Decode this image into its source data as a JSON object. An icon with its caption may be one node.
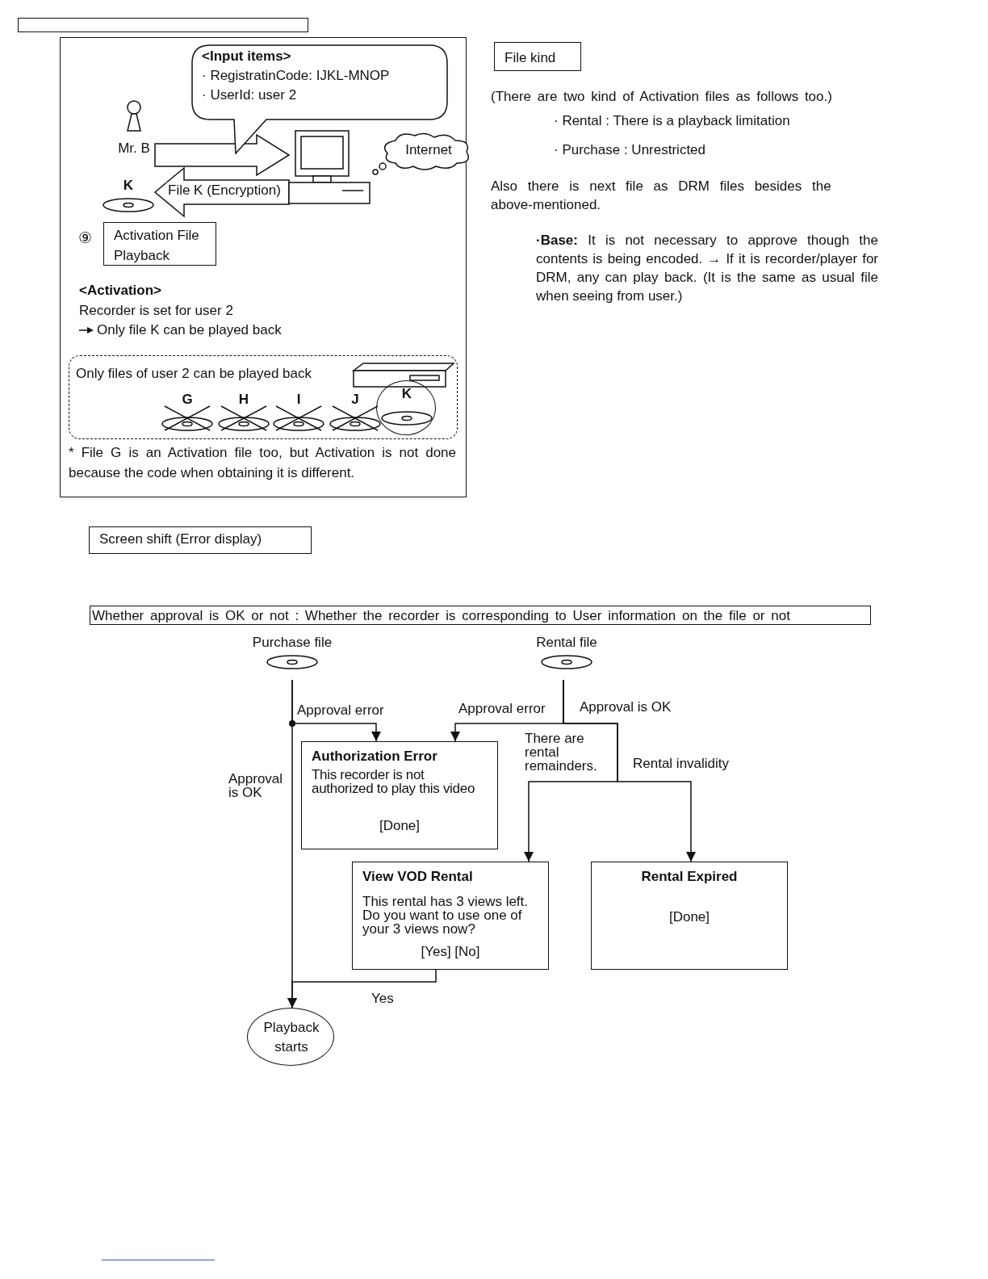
{
  "diagram": {
    "nodes": [
      {
        "text": [
          "<Input items>",
          "· RegistratinCode: IJKL-MNOP",
          "· UserId: user 2"
        ]
      },
      {
        "text": [
          "Mr. B"
        ]
      },
      {
        "text": [],
        "shape": "computer"
      },
      {
        "text": [
          "Internet"
        ]
      },
      {
        "text": [
          "K"
        ]
      },
      {
        "text": [
          "Activation File Playback"
        ],
        "beside": [
          "⑨"
        ]
      },
      {
        "text": [
          "Only files of user 2 can be played back"
        ]
      },
      {
        "text": [],
        "shape": "recorder",
        "in": 6
      },
      {
        "text": [
          "G"
        ],
        "in": 6
      },
      {
        "text": [
          "H"
        ],
        "in": 6
      },
      {
        "text": [
          "I"
        ],
        "in": 6
      },
      {
        "text": [
          "J"
        ],
        "in": 6
      },
      {
        "text": [
          "K"
        ],
        "in": 6
      },
      {
        "text": [
          "File kind"
        ]
      },
      {
        "text": [
          "Screen shift (Error display)"
        ]
      },
      {
        "text": [
          "Whether approval is OK or not : Whether the recorder is corresponding to User information on the file or not"
        ]
      },
      {
        "text": [
          "Purchase file"
        ]
      },
      {
        "text": [
          "Rental file"
        ]
      },
      {
        "text": [
          "Authorization Error",
          "This recorder is not authorized to play this video",
          "[Done]"
        ]
      },
      {
        "text": [
          "View VOD Rental",
          "This rental has 3 views left. Do you want to use one of your 3 views now?",
          "[Yes] [No]"
        ]
      },
      {
        "text": [
          "Rental Expired",
          "[Done]"
        ]
      },
      {
        "text": [
          "Playback starts"
        ]
      }
    ],
    "edges": [
      {
        "from": 1,
        "to": 2,
        "arrow": "to"
      },
      {
        "from": 2,
        "to": 4,
        "arrow": "to",
        "label": "File K (Encryption)"
      },
      {
        "from": 16,
        "to": 18,
        "arrow": "to",
        "label": "Approval error"
      },
      {
        "from": 16,
        "to": 21,
        "arrow": "to",
        "label": "Approval is OK"
      },
      {
        "from": 17,
        "to": 18,
        "arrow": "to",
        "label": "Approval error"
      },
      {
        "from": 17,
        "to": 19,
        "arrow": "to",
        "label": "There are rental remainders."
      },
      {
        "from": 17,
        "to": 20,
        "arrow": "to",
        "label": "Rental invalidity"
      },
      {
        "from": 19,
        "to": 21,
        "arrow": "to",
        "label": "Yes"
      }
    ],
    "labels": [
      "<Activation>",
      "Recorder is set for user 2",
      "Only file K can be played back",
      "* File G is an Activation file too, but Activation is not done because the code when obtaining it is different.",
      "(There are two kind of Activation files as follows too.)",
      "· Rental : There is a playback limitation",
      "· Purchase : Unrestricted",
      "Also there is next file as DRM files besides the above-mentioned.",
      "**·Base:** It is not necessary to approve though the contents is being encoded. → If it is recorder/player for DRM, any can play back. (It is the same as usual file when seeing from user.)",
      "Approval is OK"
    ]
  }
}
